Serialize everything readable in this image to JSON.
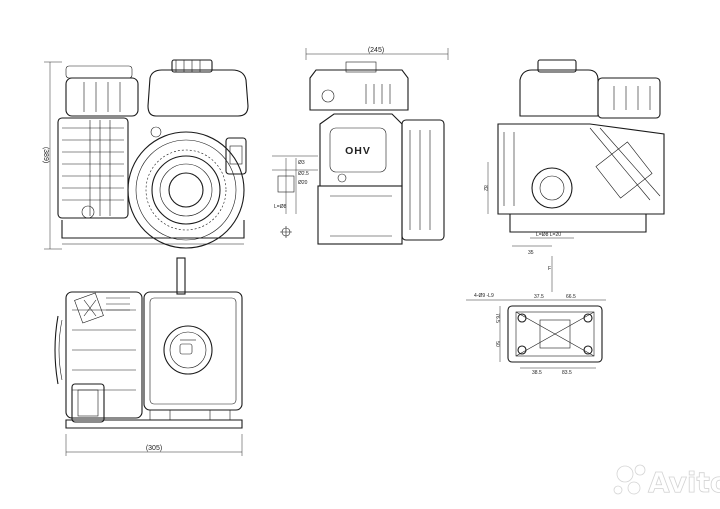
{
  "views": {
    "side": {
      "height_label": "(389)"
    },
    "front": {
      "width_label": "(245)",
      "ohv_label": "OHV",
      "detail_labels": [
        "Ø3",
        "Ø2.5",
        "Ø20"
      ],
      "shaft_label": "L=Ø8"
    },
    "rear": {
      "dim_left": "82",
      "dim_shaft": "L=Ø8 L=20",
      "dim_bottom": "35"
    },
    "top": {
      "width_label": "(305)"
    },
    "mount": {
      "note": "4-Ø9 -L9",
      "top_dims": [
        "37.5",
        "66.5"
      ],
      "bottom_dims": [
        "38.5",
        "83.5"
      ],
      "side_dims": [
        "76.5",
        "50"
      ],
      "axis_label": "F"
    }
  },
  "watermark": {
    "icon": "avito-dots-icon",
    "text": "Avito",
    "color": "#ffffff"
  }
}
